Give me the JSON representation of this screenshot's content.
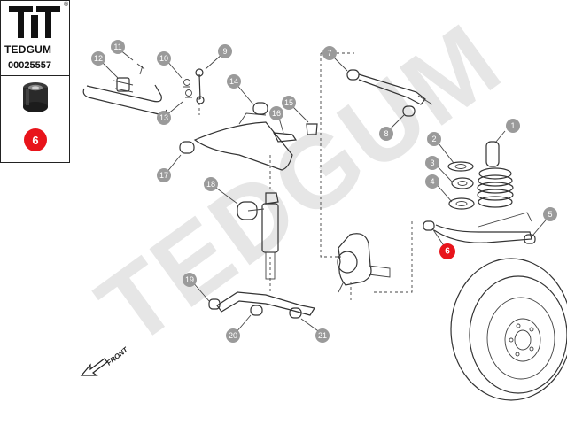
{
  "brand": {
    "name": "TEDGUM",
    "registered_mark": "®"
  },
  "part": {
    "number": "00025557",
    "highlight_position": "6"
  },
  "watermark": "TEDGUM",
  "direction_label": "FRONT",
  "callouts": [
    "1",
    "2",
    "3",
    "4",
    "5",
    "6",
    "7",
    "8",
    "9",
    "10",
    "11",
    "12",
    "13",
    "14",
    "15",
    "16",
    "17",
    "18",
    "19",
    "20",
    "21"
  ],
  "colors": {
    "callout_grey": "#9a9a9a",
    "highlight_red": "#e8141b",
    "line": "#333333",
    "watermark": "#e6e6e6"
  }
}
